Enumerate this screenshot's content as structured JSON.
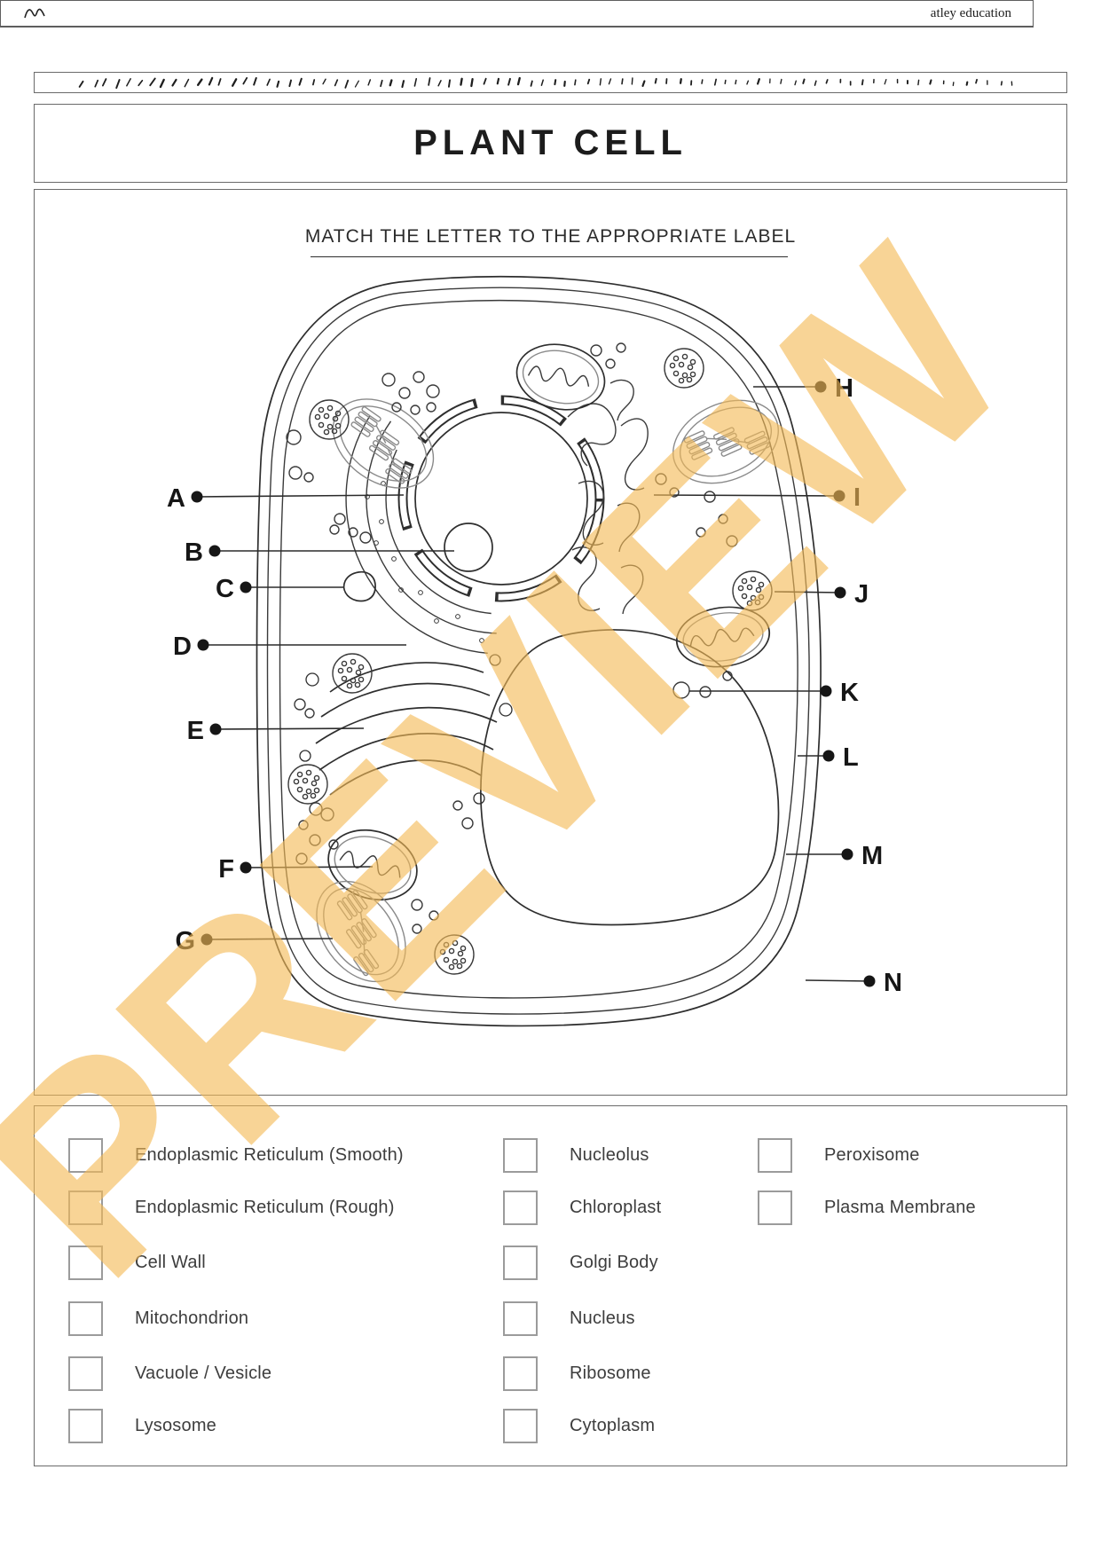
{
  "header": {
    "title": "PLANT CELL",
    "instruction": "MATCH THE LETTER TO THE APPROPRIATE LABEL"
  },
  "watermark": {
    "text": "PREVIEW",
    "color": "#F4BA55"
  },
  "diagram": {
    "letters": [
      {
        "label": "A"
      },
      {
        "label": "B"
      },
      {
        "label": "C"
      },
      {
        "label": "D"
      },
      {
        "label": "E"
      },
      {
        "label": "F"
      },
      {
        "label": "G"
      },
      {
        "label": "H"
      },
      {
        "label": "I"
      },
      {
        "label": "J"
      },
      {
        "label": "K"
      },
      {
        "label": "L"
      },
      {
        "label": "M"
      },
      {
        "label": "N"
      }
    ]
  },
  "labels": {
    "columns": [
      {
        "items": [
          {
            "text": "Endoplasmic Reticulum (Smooth)"
          },
          {
            "text": "Endoplasmic Reticulum (Rough)"
          },
          {
            "text": "Cell Wall"
          },
          {
            "text": "Mitochondrion"
          },
          {
            "text": "Vacuole / Vesicle"
          },
          {
            "text": "Lysosome"
          }
        ]
      },
      {
        "items": [
          {
            "text": "Nucleolus"
          },
          {
            "text": "Chloroplast"
          },
          {
            "text": "Golgi Body"
          },
          {
            "text": "Nucleus"
          },
          {
            "text": "Ribosome"
          },
          {
            "text": "Cytoplasm"
          }
        ]
      },
      {
        "items": [
          {
            "text": "Peroxisome"
          },
          {
            "text": "Plasma Membrane"
          }
        ]
      }
    ]
  },
  "footer": {
    "brand": "atley education"
  }
}
